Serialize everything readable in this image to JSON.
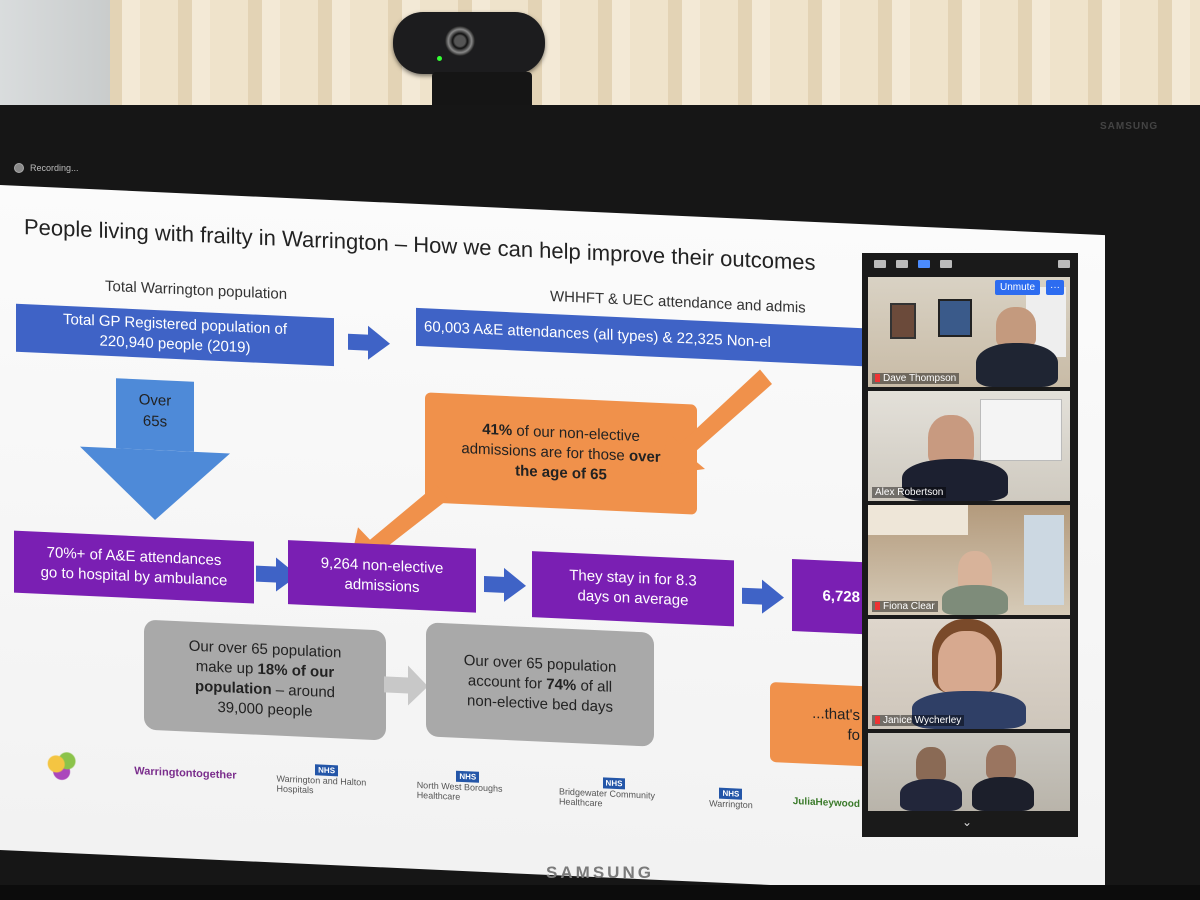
{
  "monitor": {
    "brand_top": "SAMSUNG",
    "brand_bottom": "SAMSUNG",
    "recording_label": "Recording..."
  },
  "slide": {
    "title": "People living with frailty in Warrington – How we can help improve their outcomes",
    "left_heading": "Total Warrington population",
    "right_heading": "WHHFT & UEC attendance and admis",
    "box_population_line1": "Total GP Registered population of",
    "box_population_line2": "220,940 people (2019)",
    "box_attendances": "60,003 A&E attendances (all types) & 22,325 Non-el",
    "down_arrow_label_line1": "Over",
    "down_arrow_label_line2": "65s",
    "orange_callout": {
      "pct": "41%",
      "text_a": "of our non-elective",
      "text_b": "admissions are for those",
      "bold_b": "over",
      "bold_c": "the age of 65"
    },
    "box_ambulance_line1": "70%+ of A&E attendances",
    "box_ambulance_line2": "go to hospital by ambulance",
    "box_admissions_line1": "9,264 non-elective",
    "box_admissions_line2": "admissions",
    "box_stay_line1": "They stay in for 8.3",
    "box_stay_line2": "days on average",
    "box_partial": "6,728",
    "grey_left": {
      "l1": "Our over 65 population",
      "l2a": "make up",
      "l2b": "18% of our",
      "l3a": "population",
      "l3b": "– around",
      "l4": "39,000 people"
    },
    "grey_right": {
      "l1": "Our over 65 population",
      "l2a": "account for",
      "l2b": "74%",
      "l2c": "of all",
      "l3": "non-elective bed days"
    },
    "orange_bottom_line1": "...that's",
    "orange_bottom_line2": "fo",
    "logos": {
      "warrington_together": "Warringtontogether",
      "nhs": "NHS",
      "whh": "Warrington and Halton Hospitals",
      "nwb": "North West Boroughs Healthcare",
      "bch": "Bridgewater Community Healthcare",
      "wccg": "Warrington",
      "julia": "JuliaHeywood"
    }
  },
  "zoom": {
    "unmute_label": "Unmute",
    "more_label": "···",
    "participants": [
      {
        "name": "Dave Thompson"
      },
      {
        "name": "Alex Robertson"
      },
      {
        "name": "Fiona Clear"
      },
      {
        "name": "Janice Wycherley"
      },
      {
        "name": ""
      }
    ],
    "chevron": "⌄"
  }
}
